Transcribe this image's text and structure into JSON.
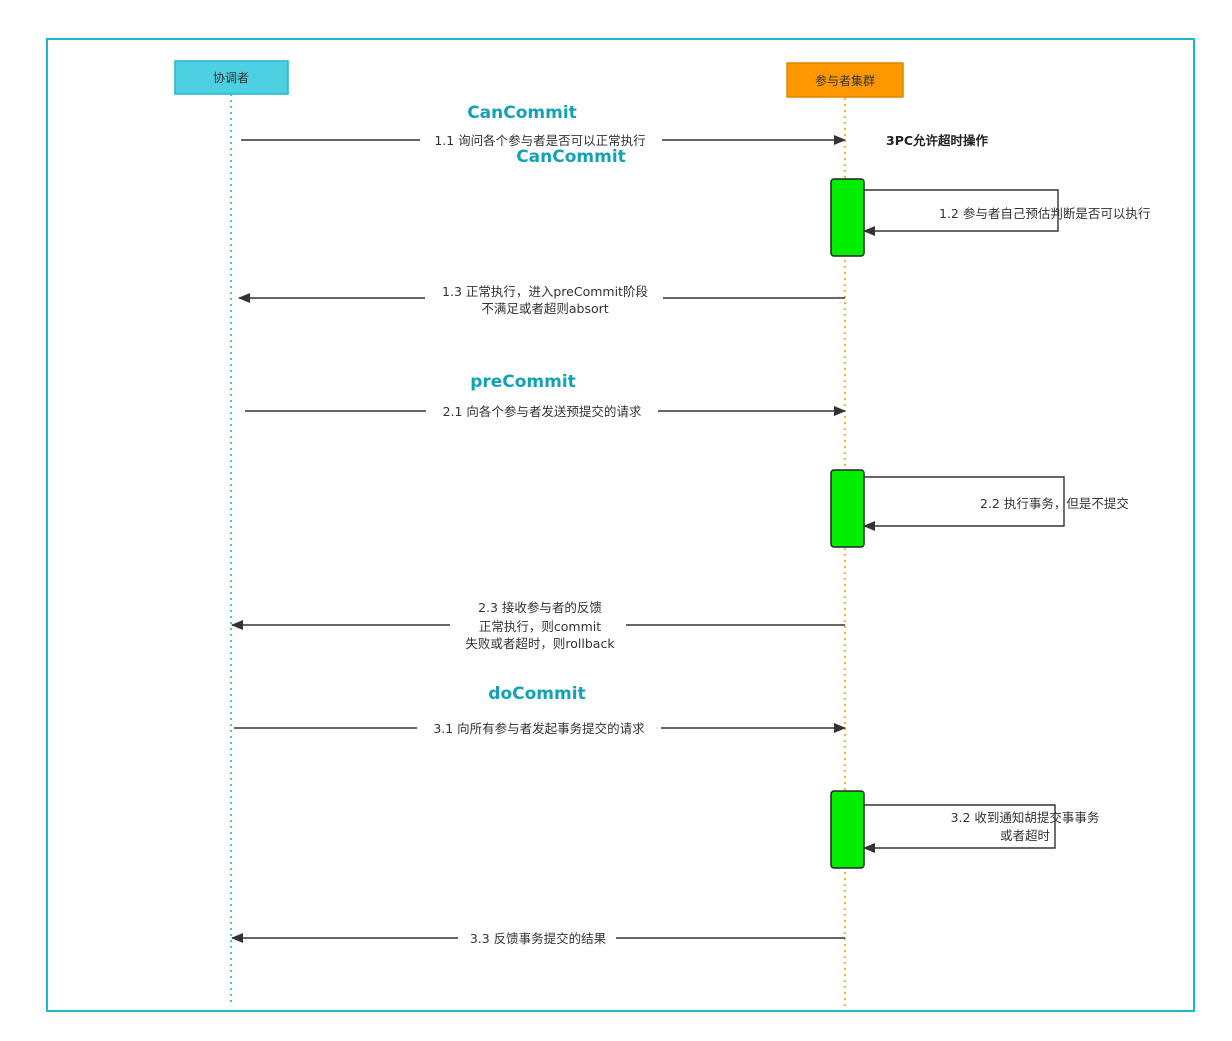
{
  "actors": {
    "coordinator": "协调者",
    "participants": "参与者集群"
  },
  "note": "3PC允许超时操作",
  "phases": {
    "can_commit_title": "CanCommit",
    "can_commit_title_2": "CanCommit",
    "pre_commit_title": "preCommit",
    "do_commit_title": "doCommit"
  },
  "messages": {
    "m1_1": "1.1 询问各个参与者是否可以正常执行",
    "m1_2": "1.2 参与者自己预估判断是否可以执行",
    "m1_3_a": "1.3 正常执行，进入preCommit阶段",
    "m1_3_b": "不满足或者超则absort",
    "m2_1": "2.1 向各个参与者发送预提交的请求",
    "m2_2": "2.2 执行事务，但是不提交",
    "m2_3_a": "2.3 接收参与者的反馈",
    "m2_3_b": "正常执行，则commit",
    "m2_3_c": "失败或者超时，则rollback",
    "m3_1": "3.1 向所有参与者发起事务提交的请求",
    "m3_2_a": "3.2 收到通知胡提交事事务",
    "m3_2_b": "或者超时",
    "m3_3": "3.3 反馈事务提交的结果"
  },
  "colors": {
    "frame": "#1AB9CC",
    "coordinator_box": "#4DD0E1",
    "coordinator_line": "#1AB9CC",
    "participant_box": "#FF9800",
    "participant_line": "#FF9800",
    "activation": "#00EE00",
    "phase_title": "#13A2B5"
  }
}
